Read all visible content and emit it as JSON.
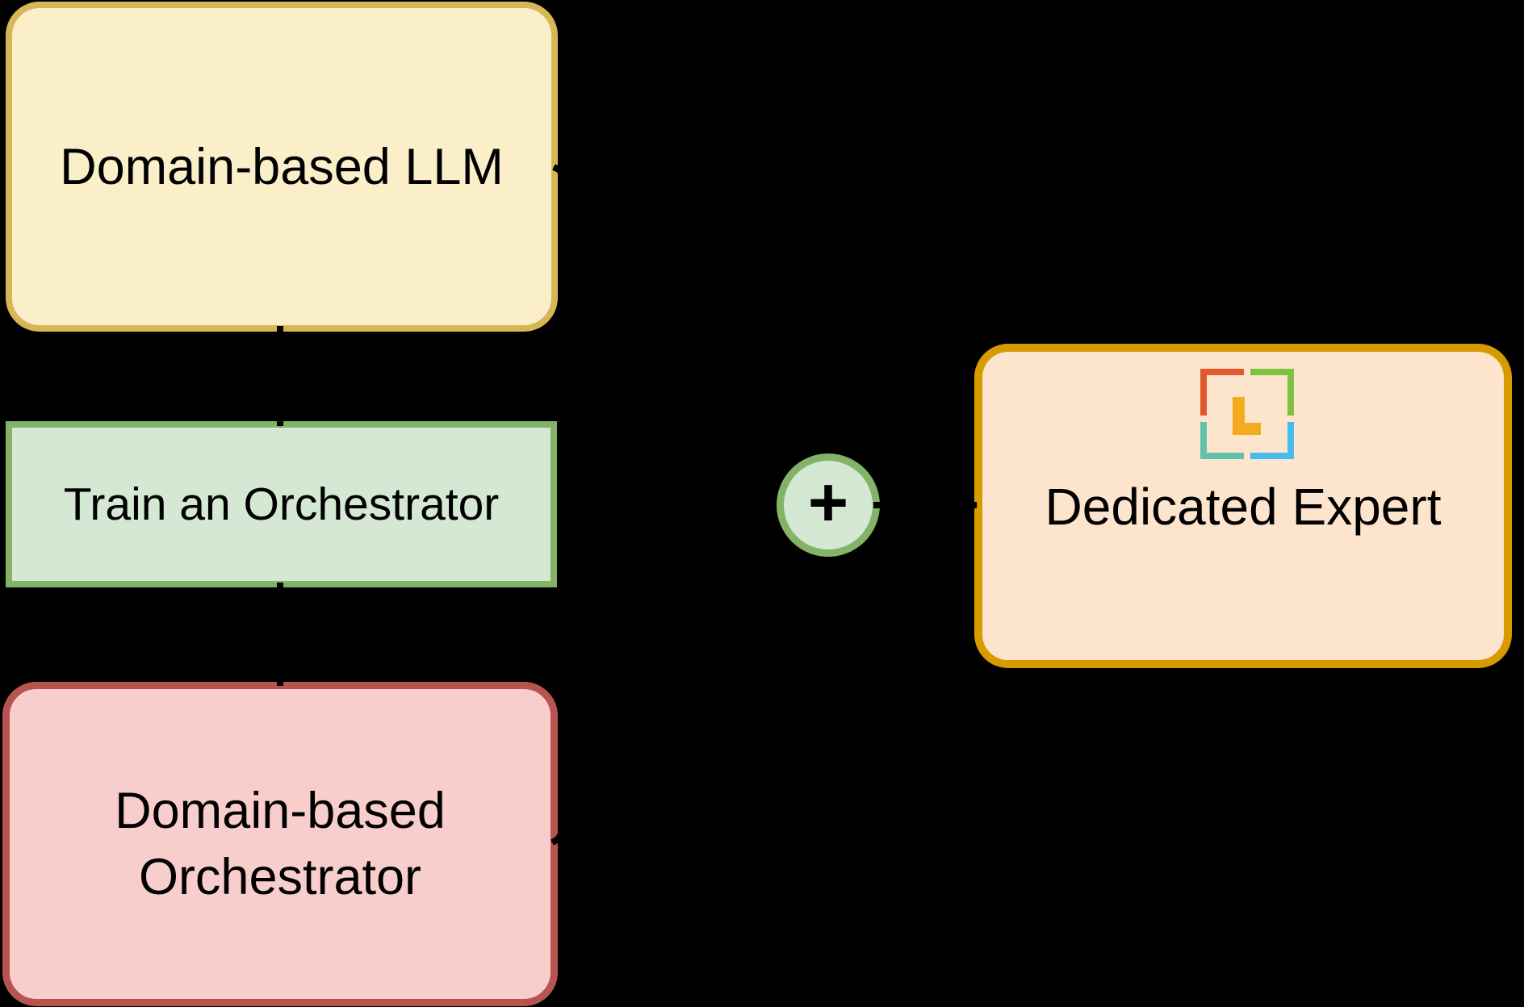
{
  "canvas": {
    "background": "#000000"
  },
  "diagram": {
    "edge_color": "#000000",
    "nodes": [
      {
        "id": "domain-llm",
        "label": "Domain-based LLM",
        "fill": "#FBEFCA",
        "border": "#D6B656",
        "shape": "rounded-rectangle"
      },
      {
        "id": "train-orchestrator",
        "label": "Train an Orchestrator",
        "fill": "#D5E8D4",
        "border": "#82B366",
        "shape": "rectangle"
      },
      {
        "id": "domain-orchestrator",
        "label": "Domain-based Orchestrator",
        "label_lines": [
          "Domain-based",
          "Orchestrator"
        ],
        "fill": "#F8CECC",
        "border": "#B85450",
        "shape": "rounded-rectangle"
      },
      {
        "id": "plus-combiner",
        "label": "+",
        "fill": "#D5E8D4",
        "border": "#82B366",
        "shape": "circle"
      },
      {
        "id": "dedicated-expert",
        "label": "Dedicated Expert",
        "fill": "#FCE5CC",
        "border": "#D79B00",
        "shape": "rounded-rectangle",
        "icon": "bracket-l-logo"
      }
    ],
    "edges": [
      {
        "from": "domain-llm",
        "to": "train-orchestrator"
      },
      {
        "from": "train-orchestrator",
        "to": "domain-orchestrator"
      },
      {
        "from": "dedicated-expert",
        "to": "domain-llm"
      },
      {
        "from": "dedicated-expert",
        "to": "domain-orchestrator"
      },
      {
        "from": "plus-combiner",
        "to": "dedicated-expert"
      }
    ]
  },
  "logo": {
    "name": "bracket-l-logo",
    "colors": {
      "red": "#E2572E",
      "green": "#7DC242",
      "teal": "#62C1AE",
      "blue": "#45BCEB",
      "yellow": "#F4AC1E"
    }
  }
}
